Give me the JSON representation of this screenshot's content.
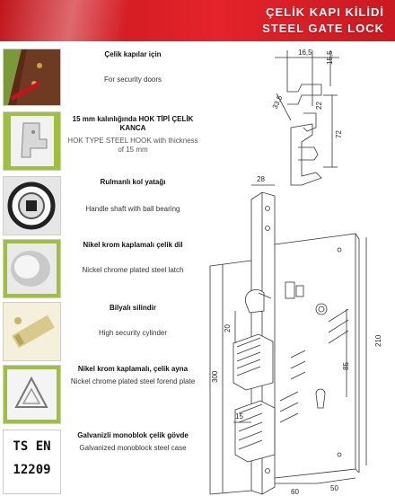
{
  "header": {
    "title_tr": "ÇELİK KAPI KİLİDİ",
    "title_en": "STEEL GATE LOCK"
  },
  "features": [
    {
      "tr": "Çelik kapılar için",
      "en": "For security doors"
    },
    {
      "tr": "15 mm kalınlığında HOK TİPİ ÇELİK KANCA",
      "en": "HOK TYPE STEEL HOOK with thickness of 15 mm"
    },
    {
      "tr": "Rulmanlı kol yatağı",
      "en": "Handle shaft with ball bearing"
    },
    {
      "tr": "Nikel krom kaplamalı çelik dil",
      "en": "Nickel chrome plated steel latch"
    },
    {
      "tr": "Bilyalı silindir",
      "en": "High security cylinder"
    },
    {
      "tr": "Nikel krom kaplamalı, çelik ayna",
      "en": "Nickel chrome plated steel forend plate"
    },
    {
      "tr": "Galvanizli monoblok çelik gövde",
      "en": "Galvanized monoblock steel case"
    }
  ],
  "badge": {
    "line1": "TS EN",
    "line2": "12209"
  },
  "dimensions": {
    "hook_top": "16,5",
    "hook_gap": "15,5",
    "hook_width": "33,5",
    "hook_inner": "22",
    "hook_height": "72",
    "forend_width": "28",
    "latch_height": "20",
    "body_height": "300",
    "case_height": "210",
    "center_distance": "85",
    "bolt_width": "15",
    "backset_left": "60",
    "backset_right": "50"
  },
  "colors": {
    "brand_red": "#e0202a",
    "text": "#222222"
  }
}
